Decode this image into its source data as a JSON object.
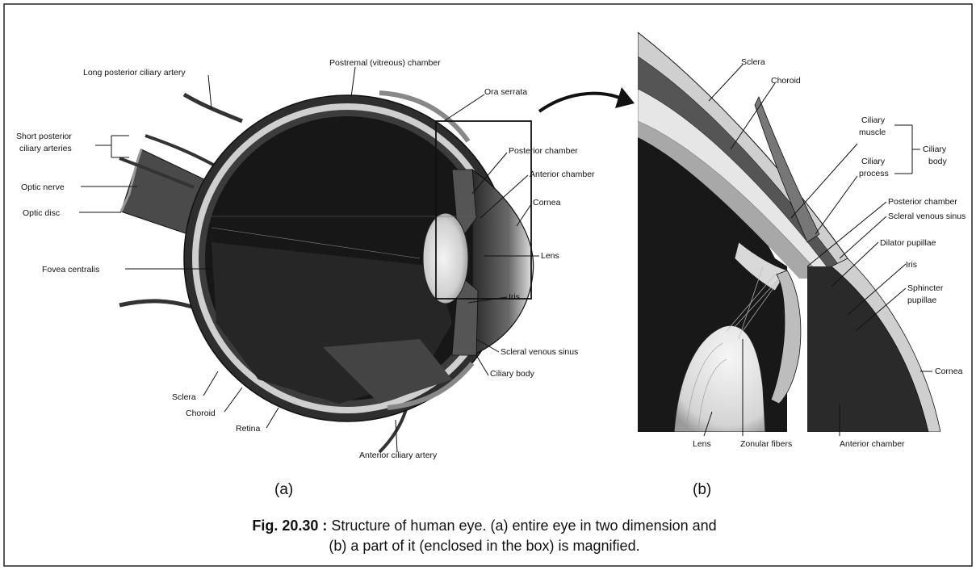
{
  "panel_a": {
    "panel_label": "(a)",
    "labels": {
      "long_posterior_ciliary_artery": "Long posterior ciliary artery",
      "postremal_chamber": "Postremal (vitreous) chamber",
      "ora_serrata": "Ora serrata",
      "short_posterior_line1": "Short posterior",
      "short_posterior_line2": "ciliary arteries",
      "optic_nerve": "Optic nerve",
      "optic_disc": "Optic disc",
      "fovea_centralis": "Fovea centralis",
      "posterior_chamber": "Posterior chamber",
      "anterior_chamber": "Anterior chamber",
      "cornea": "Cornea",
      "lens": "Lens",
      "iris": "Iris",
      "scleral_venous_sinus": "Scleral venous sinus",
      "ciliary_body": "Ciliary body",
      "sclera": "Sclera",
      "choroid": "Choroid",
      "retina": "Retina",
      "anterior_ciliary_artery": "Anterior ciliary artery"
    }
  },
  "panel_b": {
    "panel_label": "(b)",
    "labels": {
      "sclera": "Sclera",
      "choroid": "Choroid",
      "ciliary_muscle_line1": "Ciliary",
      "ciliary_muscle_line2": "muscle",
      "ciliary_process_line1": "Ciliary",
      "ciliary_process_line2": "process",
      "ciliary_body_line1": "Ciliary",
      "ciliary_body_line2": "body",
      "posterior_chamber": "Posterior chamber",
      "scleral_venous_sinus": "Scleral venous sinus",
      "dilator_pupillae": "Dilator pupillae",
      "iris": "Iris",
      "sphincter_line1": "Sphincter",
      "sphincter_line2": "pupillae",
      "cornea": "Cornea",
      "lens": "Lens",
      "zonular_fibers": "Zonular fibers",
      "anterior_chamber": "Anterior chamber"
    }
  },
  "caption": {
    "fig_label": "Fig. 20.30 :",
    "line1": " Structure of human eye. (a) entire eye in two dimension and",
    "line2": "(b) a part of it (enclosed in the box) is magnified."
  },
  "colors": {
    "eye_dark": "#1c1c1c",
    "eye_mid": "#3a3a3a",
    "sclera_band": "#d8d8d8",
    "lens_light": "#e8e8e8"
  }
}
